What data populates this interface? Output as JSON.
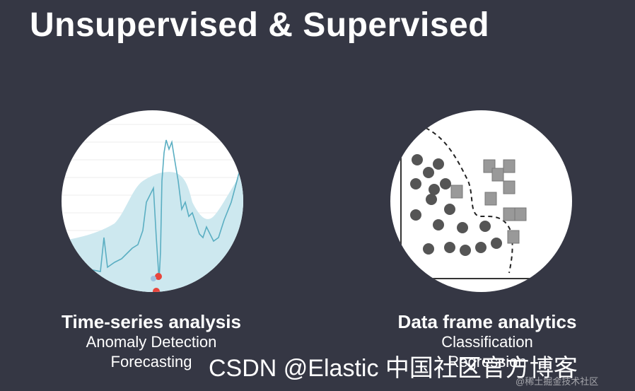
{
  "title": "Unsupervised & Supervised",
  "left_panel": {
    "illustration": "time-series-line-chart",
    "heading": "Time-series analysis",
    "lines": [
      "Anomaly Detection",
      "Forecasting"
    ]
  },
  "right_panel": {
    "illustration": "classification-scatter-plot",
    "heading": "Data frame analytics",
    "lines": [
      "Classification",
      "Regression"
    ]
  },
  "watermark": {
    "main": "CSDN @Elastic 中国社区官方博客",
    "small": "@稀土掘金技术社区"
  },
  "colors": {
    "background": "#353744",
    "text": "#ffffff",
    "series_line": "#5aaec2",
    "confidence_band": "#cde8ef",
    "anomaly_point": "#e8453c",
    "dot": "#555555",
    "square": "#999999"
  }
}
